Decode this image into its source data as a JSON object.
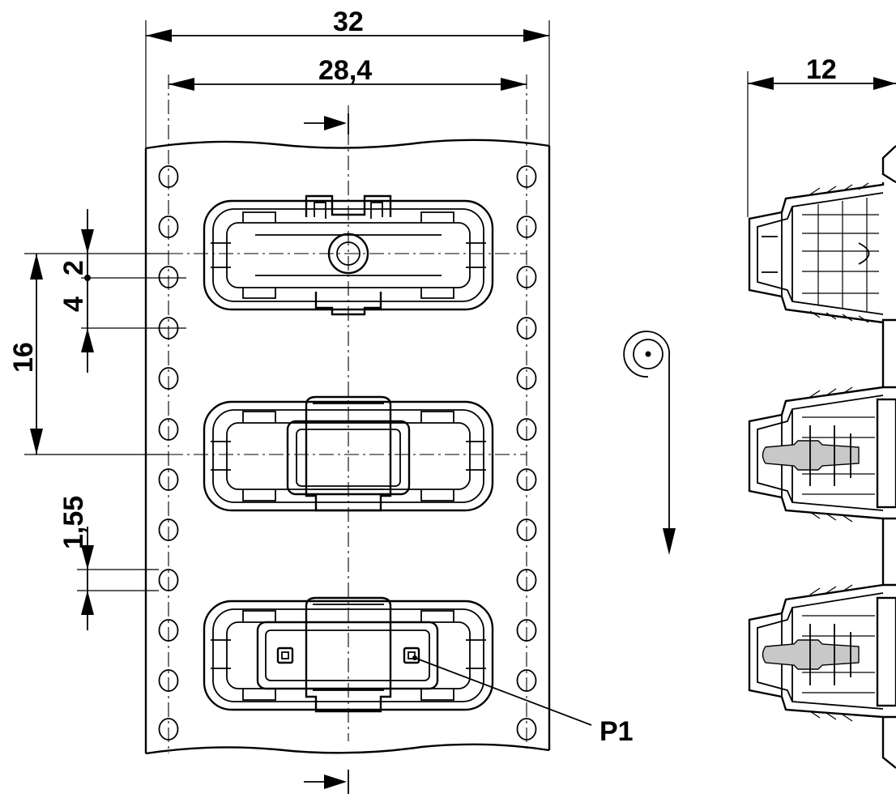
{
  "dimensions": {
    "overall_width": "32",
    "hole_pitch_width": "28,4",
    "height": "12",
    "offset_2": "2",
    "offset_4": "4",
    "pitch": "16",
    "hole_diameter": "1,55"
  },
  "labels": {
    "p1": "P1"
  },
  "colors": {
    "line": "#000000",
    "pin_fill": "#c8c8c8",
    "background": "#ffffff"
  }
}
